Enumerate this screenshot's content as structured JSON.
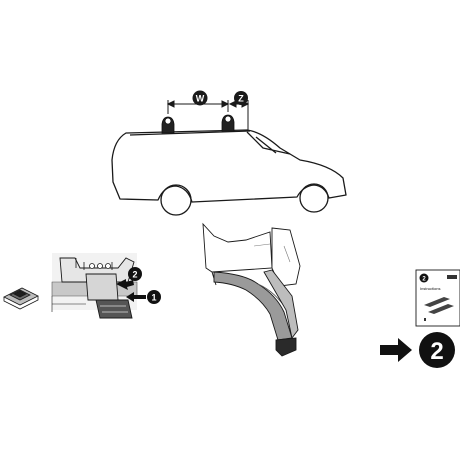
{
  "dimensions": {
    "width_label": "W",
    "offset_label": "Z"
  },
  "callouts": {
    "step_one": "1",
    "step_two": "2"
  },
  "instruction_booklet": {
    "badge": "2",
    "title": "Instructions"
  },
  "next_step": {
    "number": "2"
  },
  "colors": {
    "line": "#1a1a1a",
    "fill_dark": "#222222",
    "fill_mid": "#9a9a9a",
    "fill_light": "#dcdcdc",
    "background": "#ffffff"
  }
}
